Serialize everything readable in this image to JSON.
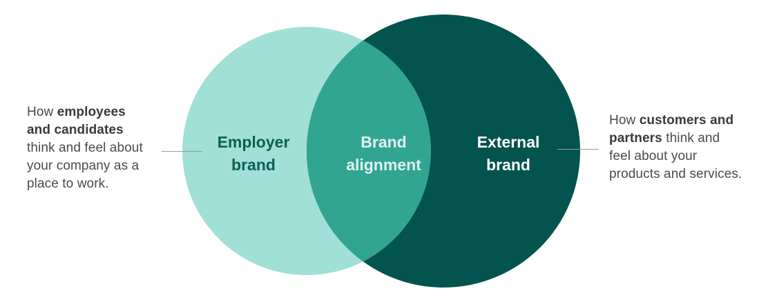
{
  "colors": {
    "employer_circle": "#a1e0d6",
    "external_circle": "#03534f",
    "overlap": "#32a592",
    "connector": "#9a9a9a",
    "body_text": "#4a4a4a"
  },
  "circles": {
    "employer": {
      "label_line1": "Employer",
      "label_line2": "brand"
    },
    "overlap": {
      "label_line1": "Brand",
      "label_line2": "alignment"
    },
    "external": {
      "label_line1": "External",
      "label_line2": "brand"
    }
  },
  "left_description": {
    "prefix": "How ",
    "bold_line1": "employees",
    "bold_line2": "and candidates",
    "line3": "think and feel about",
    "line4": "your company as a",
    "line5": "place to work."
  },
  "right_description": {
    "prefix": "How ",
    "bold_line1": "customers and",
    "bold_line2": "partners",
    "line2_rest": " think and",
    "line3": "feel about your",
    "line4": "products and services."
  }
}
